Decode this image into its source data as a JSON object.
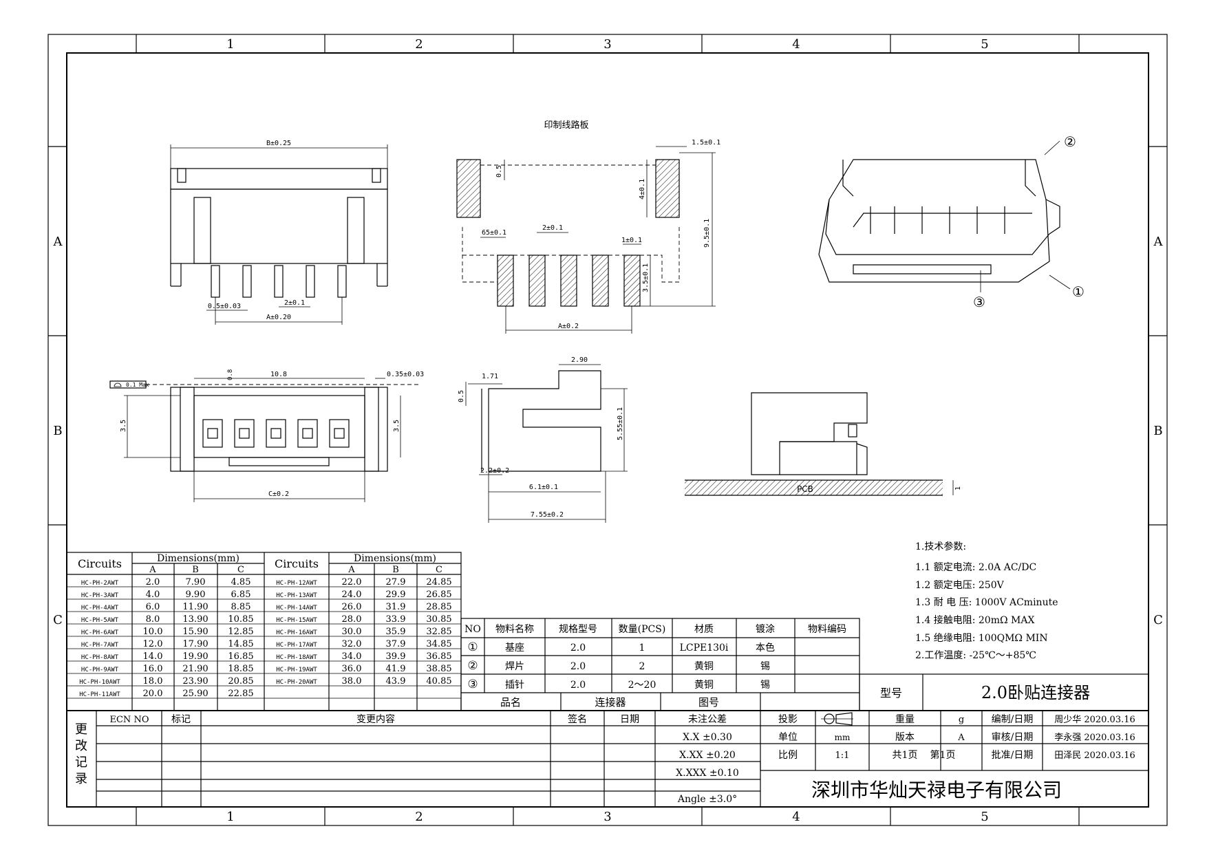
{
  "frame": {
    "cols": [
      "1",
      "2",
      "3",
      "4",
      "5"
    ],
    "rows": [
      "A",
      "B",
      "C"
    ]
  },
  "drawings": {
    "pcb_title": "印制线路板",
    "front_top_dim": "B±0.25",
    "front_pin_w": "0.5±0.03",
    "front_pitch": "2±0.1",
    "front_a": "A±0.20",
    "pcb_pad_w": "1.5±0.1",
    "pcb_gap": "0.5",
    "pcb_pad_h": "4±0.1",
    "pcb_total_h": "9.5±0.1",
    "pcb_small": "65±0.1",
    "pcb_pitch": "2±0.1",
    "pcb_pin_w": "1±0.1",
    "pcb_pin_h": "3.5±0.1",
    "pcb_a": "A±0.2",
    "flat_label": "0.1 Max",
    "bottom_108": "10.8",
    "bottom_08": "0.8",
    "bottom_035": "0.35±0.03",
    "bottom_35l": "3.5",
    "bottom_35r": "3.5",
    "bottom_c": "C±0.2",
    "side_171": "1.71",
    "side_290": "2.90",
    "side_05": "0.5",
    "side_555": "5.55±0.1",
    "side_22": "2.2±0.2",
    "side_61": "6.1±0.1",
    "side_755": "7.55±0.2",
    "pcb_label": "PCB",
    "pcb_thk": "1",
    "callouts": [
      "②",
      "①",
      "③"
    ]
  },
  "dim_table": {
    "circuits_label": "Circuits",
    "dims_label": "Dimensions(mm)",
    "cols": [
      "A",
      "B",
      "C"
    ],
    "left": [
      [
        "HC-PH-2AWT",
        "2.0",
        "7.90",
        "4.85"
      ],
      [
        "HC-PH-3AWT",
        "4.0",
        "9.90",
        "6.85"
      ],
      [
        "HC-PH-4AWT",
        "6.0",
        "11.90",
        "8.85"
      ],
      [
        "HC-PH-5AWT",
        "8.0",
        "13.90",
        "10.85"
      ],
      [
        "HC-PH-6AWT",
        "10.0",
        "15.90",
        "12.85"
      ],
      [
        "HC-PH-7AWT",
        "12.0",
        "17.90",
        "14.85"
      ],
      [
        "HC-PH-8AWT",
        "14.0",
        "19.90",
        "16.85"
      ],
      [
        "HC-PH-9AWT",
        "16.0",
        "21.90",
        "18.85"
      ],
      [
        "HC-PH-10AWT",
        "18.0",
        "23.90",
        "20.85"
      ],
      [
        "HC-PH-11AWT",
        "20.0",
        "25.90",
        "22.85"
      ]
    ],
    "right": [
      [
        "HC-PH-12AWT",
        "22.0",
        "27.9",
        "24.85"
      ],
      [
        "HC-PH-13AWT",
        "24.0",
        "29.9",
        "26.85"
      ],
      [
        "HC-PH-14AWT",
        "26.0",
        "31.9",
        "28.85"
      ],
      [
        "HC-PH-15AWT",
        "28.0",
        "33.9",
        "30.85"
      ],
      [
        "HC-PH-16AWT",
        "30.0",
        "35.9",
        "32.85"
      ],
      [
        "HC-PH-17AWT",
        "32.0",
        "37.9",
        "34.85"
      ],
      [
        "HC-PH-18AWT",
        "34.0",
        "39.9",
        "36.85"
      ],
      [
        "HC-PH-19AWT",
        "36.0",
        "41.9",
        "38.85"
      ],
      [
        "HC-PH-20AWT",
        "38.0",
        "43.9",
        "40.85"
      ]
    ]
  },
  "bom": {
    "headers": [
      "NO",
      "物料名称",
      "规格型号",
      "数量(PCS)",
      "材质",
      "镀涂",
      "物料编码"
    ],
    "rows": [
      [
        "①",
        "基座",
        "2.0",
        "1",
        "LCPE130i",
        "本色",
        ""
      ],
      [
        "②",
        "焊片",
        "2.0",
        "2",
        "黄铜",
        "锡",
        ""
      ],
      [
        "③",
        "插针",
        "2.0",
        "2～20",
        "黄铜",
        "锡",
        ""
      ]
    ],
    "name_label": "品名",
    "name_value": "连接器",
    "drawing_no_label": "图号"
  },
  "specs": [
    "1.技术参数:",
    "1.1 额定电流: 2.0A AC/DC",
    "1.2 额定电压: 250V",
    "1.3 耐 电 压: 1000V ACminute",
    "1.4 接触电阻: 20mΩ MAX",
    "1.5 绝缘电阻: 100QMΩ MIN",
    "2.工作温度: -25℃～+85℃"
  ],
  "title_block": {
    "model_label": "型号",
    "model_value": "2.0卧贴连接器",
    "change_label": [
      "更",
      "改",
      "记",
      "录"
    ],
    "ecn": "ECN NO",
    "mark": "标记",
    "change_content": "变更内容",
    "sign": "签名",
    "date": "日期",
    "tolerance_label": "未注公差",
    "tolerances": [
      "X.X ±0.30",
      "X.XX ±0.20",
      "X.XXX ±0.10",
      "Angle ±3.0°"
    ],
    "projection": "投影",
    "unit_label": "单位",
    "unit_value": "mm",
    "scale_label": "比例",
    "scale_value": "1:1",
    "weight_label": "重量",
    "weight_value": "g",
    "version_label": "版本",
    "version_value": "A",
    "pages": "共1页",
    "page_no": "第1页",
    "roles": [
      [
        "编制/日期",
        "周少华 2020.03.16"
      ],
      [
        "审核/日期",
        "李永强 2020.03.16"
      ],
      [
        "批准/日期",
        "田泽民 2020.03.16"
      ]
    ],
    "company": "深圳市华灿天禄电子有限公司"
  }
}
